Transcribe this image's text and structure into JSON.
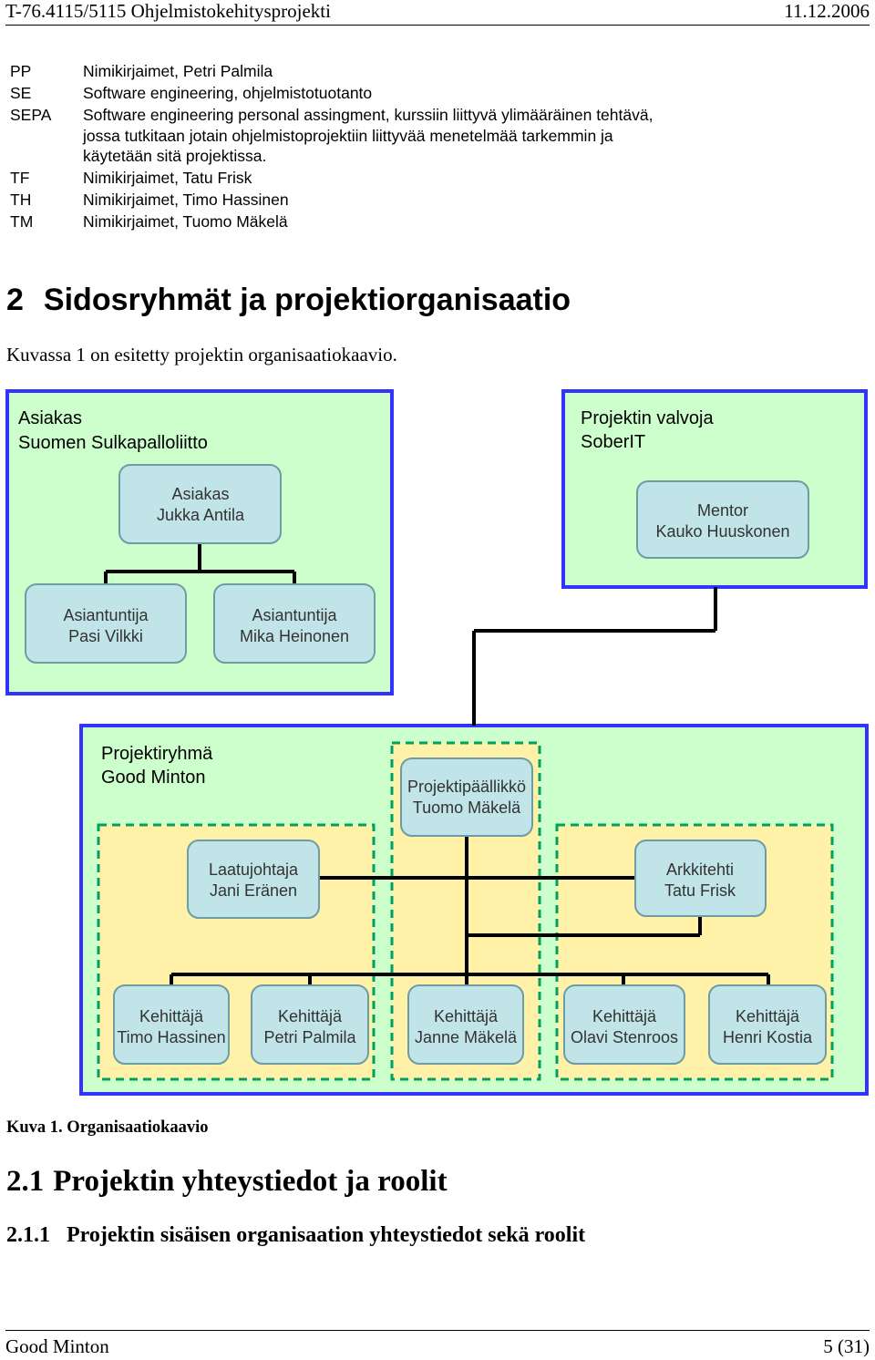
{
  "header": {
    "course": "T-76.4115/5115 Ohjelmistokehitysprojekti",
    "date": "11.12.2006"
  },
  "abbreviations": [
    {
      "key": "PP",
      "value": "Nimikirjaimet, Petri Palmila"
    },
    {
      "key": "SE",
      "value": "Software engineering, ohjelmistotuotanto"
    },
    {
      "key": "SEPA",
      "value": "Software engineering personal assingment, kurssiin liittyvä ylimääräinen tehtävä, jossa tutkitaan jotain ohjelmistoprojektiin liittyvää menetelmää tarkemmin ja käytetään sitä projektissa."
    },
    {
      "key": "TF",
      "value": "Nimikirjaimet, Tatu Frisk"
    },
    {
      "key": "TH",
      "value": "Nimikirjaimet, Timo Hassinen"
    },
    {
      "key": "TM",
      "value": "Nimikirjaimet, Tuomo Mäkelä"
    }
  ],
  "section2": {
    "number": "2",
    "title": "Sidosryhmät ja projektiorganisaatio",
    "intro": "Kuvassa 1 on esitetty projektin organisaatiokaavio."
  },
  "diagram": {
    "colors": {
      "group_fill": "#ccffcc",
      "group_border": "#3333ff",
      "subgroup_fill": "#fff2a8",
      "subgroup_border": "#00a060",
      "node_fill": "#c0e4e8",
      "node_border": "#6e9ca4",
      "line": "#000000"
    },
    "groups": {
      "client": {
        "line1": "Asiakas",
        "line2": "Suomen Sulkapalloliitto"
      },
      "supervisor": {
        "line1": "Projektin valvoja",
        "line2": "SoberIT"
      },
      "team": {
        "line1": "Projektiryhmä",
        "line2": "Good Minton"
      }
    },
    "nodes": {
      "client_rep": {
        "role": "Asiakas",
        "name": "Jukka Antila"
      },
      "expert_1": {
        "role": "Asiantuntija",
        "name": "Pasi Vilkki"
      },
      "expert_2": {
        "role": "Asiantuntija",
        "name": "Mika Heinonen"
      },
      "mentor": {
        "role": "Mentor",
        "name": "Kauko Huuskonen"
      },
      "pm": {
        "role": "Projektipäällikkö",
        "name": "Tuomo Mäkelä"
      },
      "qa": {
        "role": "Laatujohtaja",
        "name": "Jani Eränen"
      },
      "architect": {
        "role": "Arkkitehti",
        "name": "Tatu Frisk"
      },
      "dev_1": {
        "role": "Kehittäjä",
        "name": "Timo Hassinen"
      },
      "dev_2": {
        "role": "Kehittäjä",
        "name": "Petri Palmila"
      },
      "dev_3": {
        "role": "Kehittäjä",
        "name": "Janne Mäkelä"
      },
      "dev_4": {
        "role": "Kehittäjä",
        "name": "Olavi Stenroos"
      },
      "dev_5": {
        "role": "Kehittäjä",
        "name": "Henri Kostia"
      }
    }
  },
  "caption": "Kuva 1. Organisaatiokaavio",
  "section21": {
    "number": "2.1",
    "title": "Projektin yhteystiedot ja roolit"
  },
  "section211": {
    "number": "2.1.1",
    "title": "Projektin sisäisen organisaation yhteystiedot sekä roolit"
  },
  "footer": {
    "team": "Good Minton",
    "page": "5 (31)"
  }
}
